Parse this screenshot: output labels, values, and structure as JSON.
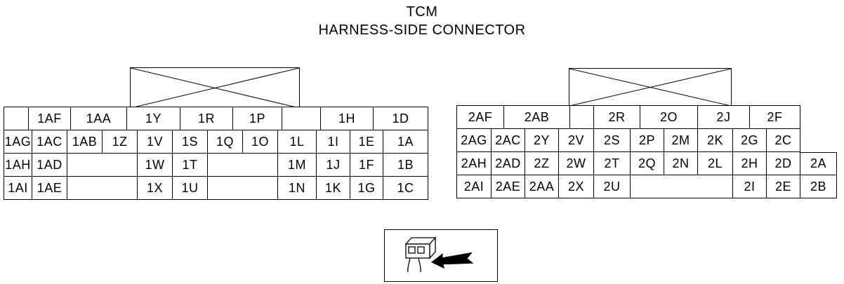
{
  "title": {
    "line1": "TCM",
    "line2": "HARNESS-SIDE CONNECTOR"
  },
  "colors": {
    "line": "#000000",
    "background": "#ffffff"
  },
  "icons": {
    "crossed_box": "cross-icon",
    "harness_view": "connector-with-arrow-icon"
  },
  "connector1": {
    "header": [
      "",
      "1AF",
      "1AA",
      "1Y",
      "1R",
      "1P",
      "",
      "1H",
      "1D"
    ],
    "rows": [
      [
        "1AG",
        "1AC",
        "1AB",
        "1Z",
        "1V",
        "1S",
        "1Q",
        "1O",
        "1L",
        "1I",
        "1E",
        "1A"
      ],
      [
        "1AH",
        "1AD",
        "",
        "1W",
        "1T",
        "",
        "1M",
        "1J",
        "1F",
        "1B"
      ],
      [
        "1AI",
        "1AE",
        "",
        "1X",
        "1U",
        "",
        "1N",
        "1K",
        "1G",
        "1C"
      ]
    ]
  },
  "connector2": {
    "header": [
      "2AF",
      "2AB",
      "",
      "2R",
      "2O",
      "2J",
      "2F"
    ],
    "rows": [
      [
        "2AG",
        "2AC",
        "2Y",
        "2V",
        "2S",
        "2P",
        "2M",
        "2K",
        "2G",
        "2C"
      ],
      [
        "2AH",
        "2AD",
        "2Z",
        "2W",
        "2T",
        "2Q",
        "2N",
        "2L",
        "2H",
        "2D",
        "2A"
      ],
      [
        "2AI",
        "2AE",
        "2AA",
        "2X",
        "2U",
        "",
        "2I",
        "2E",
        "2B"
      ]
    ]
  }
}
